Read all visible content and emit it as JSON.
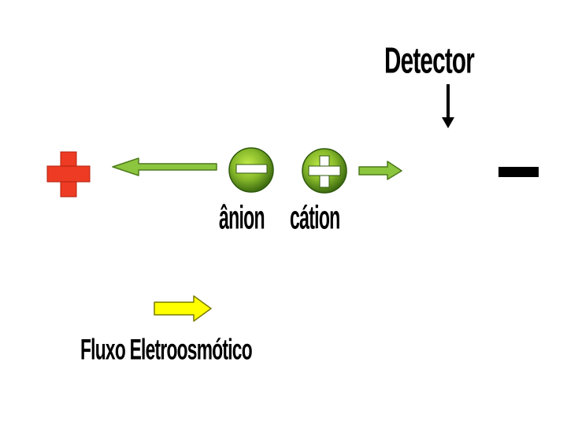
{
  "labels": {
    "detector": "Detector",
    "anion": "ânion",
    "cation": "cátion",
    "electroosmotic_flow": "Fluxo Eletroosmótico"
  },
  "colors": {
    "anode": "#ee3b23",
    "cathode": "#000000",
    "migration_arrow": "#8cc63f",
    "flow_arrow": "#ffff00",
    "ion_fill_light": "#c4ec4a",
    "ion_fill_dark": "#3d6b10",
    "text": "#000000"
  },
  "icons": {
    "anode": "plus-sign-icon",
    "cathode": "minus-sign-icon",
    "anion": "negative-ion-icon",
    "cation": "positive-ion-icon"
  }
}
